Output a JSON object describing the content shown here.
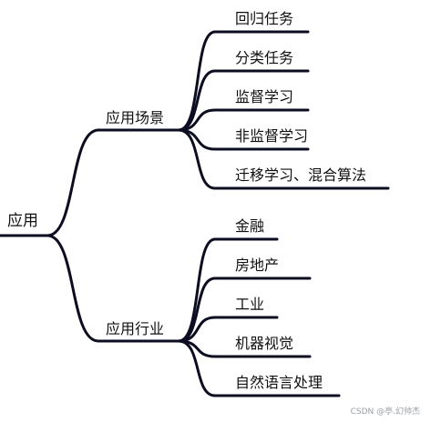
{
  "mindmap": {
    "root": "应用",
    "branches": [
      {
        "label": "应用场景",
        "children": [
          "回归任务",
          "分类任务",
          "监督学习",
          "非监督学习",
          "迁移学习、混合算法"
        ]
      },
      {
        "label": "应用行业",
        "children": [
          "金融",
          "房地产",
          "工业",
          "机器视觉",
          "自然语言处理"
        ]
      }
    ]
  },
  "watermark": "CSDN @亭.幻帅杰",
  "colors": {
    "line": "#0d0d22",
    "text": "#111111",
    "background": "#ffffff"
  }
}
